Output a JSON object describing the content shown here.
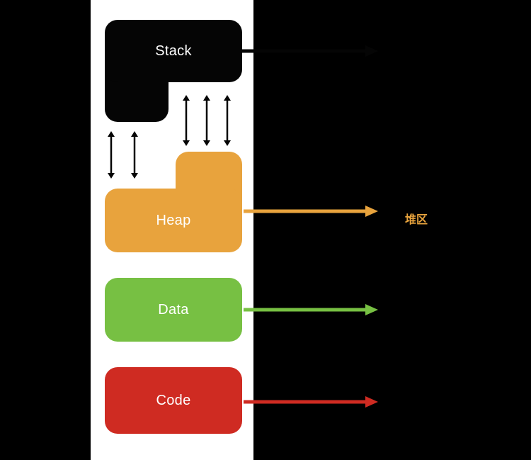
{
  "diagram": {
    "title": "process-memory-layout",
    "blocks": [
      {
        "id": "stack",
        "label": "Stack",
        "color": "#050505",
        "grow_arrows": 3
      },
      {
        "id": "heap",
        "label": "Heap",
        "color": "#E8A33D",
        "grow_arrows": 2
      },
      {
        "id": "data",
        "label": "Data",
        "color": "#77C043"
      },
      {
        "id": "code",
        "label": "Code",
        "color": "#CF2B22"
      }
    ],
    "heap_arrow": {
      "label": "堆区",
      "color": "#E8A33D"
    }
  },
  "colors": {
    "page-bg": "#000000",
    "panel-bg": "#FFFFFF",
    "stack": "#050505",
    "heap": "#E8A33D",
    "data": "#77C043",
    "code": "#CF2B22",
    "arrow-black": "#050505"
  }
}
